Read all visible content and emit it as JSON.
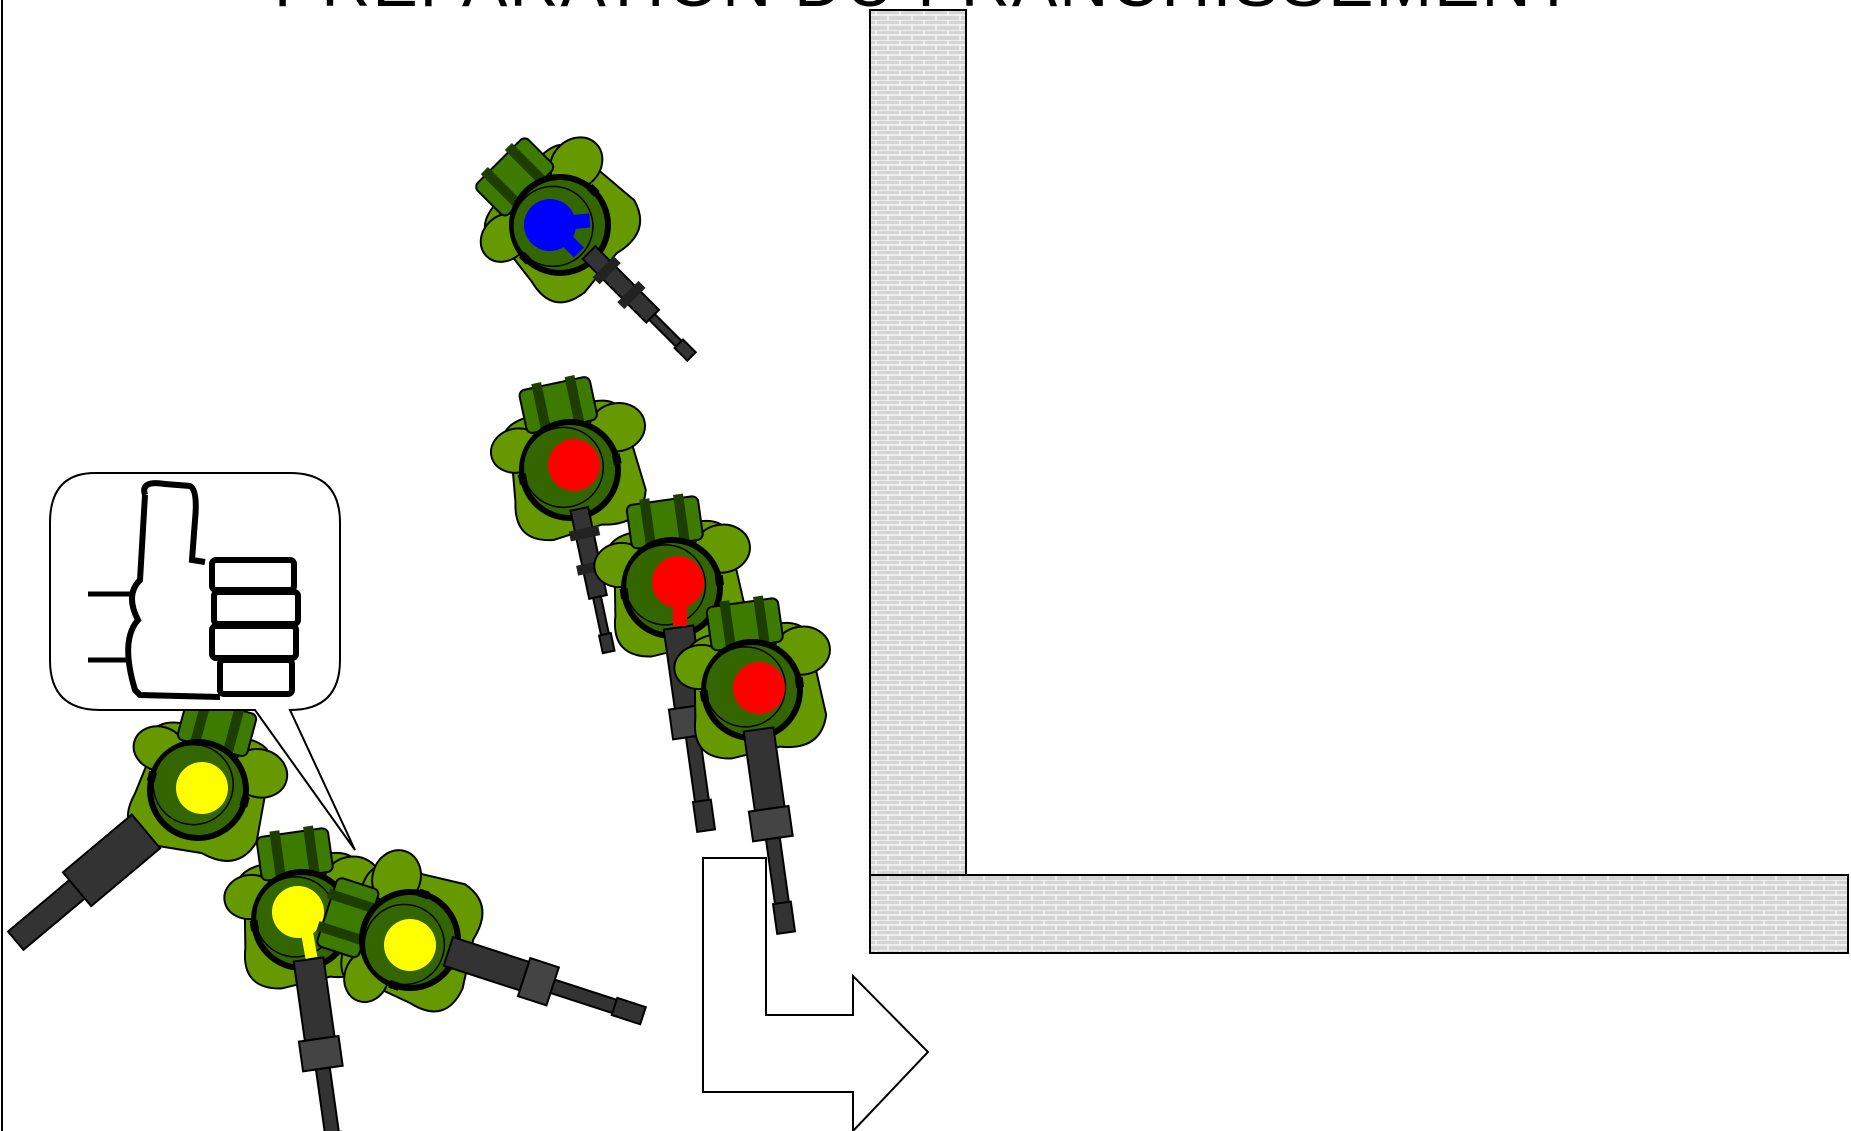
{
  "title": "PRÉPARATION DU FRANCHISSEMENT",
  "colors": {
    "soldier_body": "#669900",
    "soldier_body_light": "#73a600",
    "helmet": "#336600",
    "backpack": "#3d7a00",
    "weapon": "#333333",
    "wall_fill": "#d4d4d4",
    "wall_lines": "#ffffff",
    "leader_marker": "#0000ff",
    "assault_marker": "#ff0000",
    "support_marker": "#ffff00"
  },
  "groups": {
    "leader": {
      "marker_color_name": "blue",
      "count": 1
    },
    "assault_team": {
      "marker_color_name": "red",
      "count": 3
    },
    "support_team": {
      "marker_color_name": "yellow",
      "count": 3
    }
  },
  "icons": {
    "speech_bubble": "thumbs-up-icon",
    "movement_arrow": "turn-right-arrow-icon",
    "wall": "brick-wall-icon"
  }
}
